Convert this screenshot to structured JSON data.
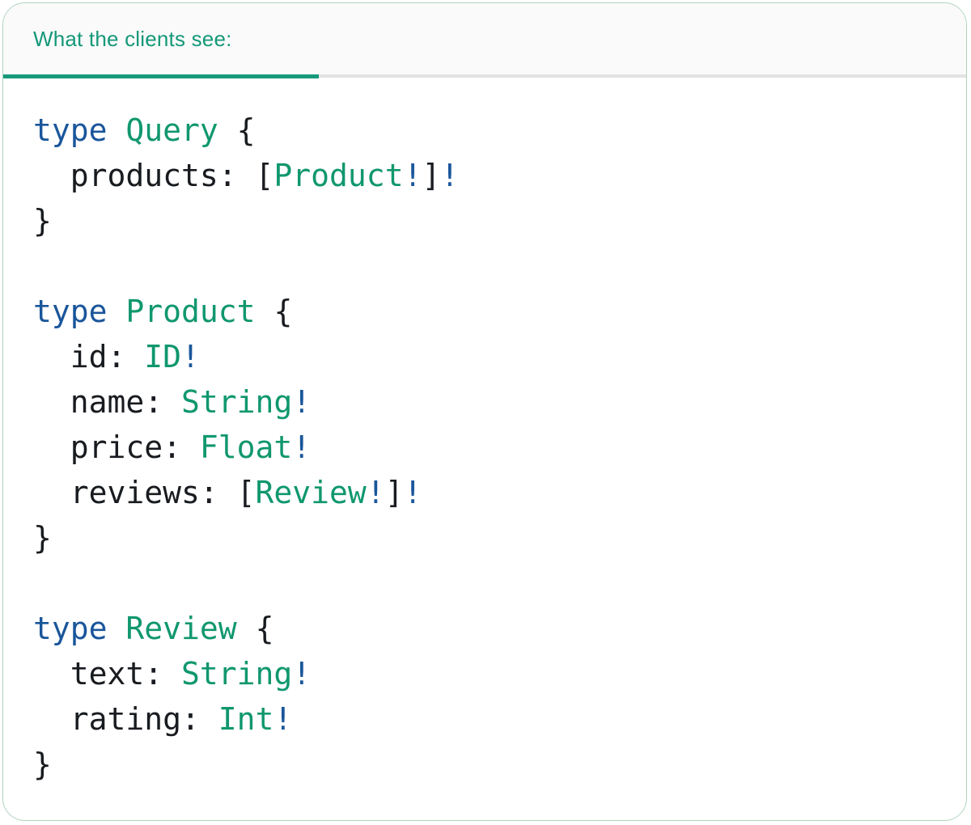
{
  "card": {
    "tab": {
      "label": "What the clients see:"
    },
    "colors": {
      "header_teal": "#149878",
      "underline_teal": "#17997c",
      "divider_gray": "#e3e3e3",
      "header_bg": "#fafafa",
      "card_border": "#aed4bd",
      "keyword_blue": "#1a569b",
      "type_teal": "#10976e",
      "text_dark": "#181b1f"
    },
    "code": {
      "language": "graphql",
      "lines": [
        [
          {
            "t": "type",
            "c": "kw"
          },
          {
            "t": " ",
            "c": "pl"
          },
          {
            "t": "Query",
            "c": "ty"
          },
          {
            "t": " {",
            "c": "pl"
          }
        ],
        [
          {
            "t": "  products: [",
            "c": "pl"
          },
          {
            "t": "Product",
            "c": "ty"
          },
          {
            "t": "!",
            "c": "kw"
          },
          {
            "t": "]",
            "c": "pl"
          },
          {
            "t": "!",
            "c": "kw"
          }
        ],
        [
          {
            "t": "}",
            "c": "pl"
          }
        ],
        [],
        [
          {
            "t": "type",
            "c": "kw"
          },
          {
            "t": " ",
            "c": "pl"
          },
          {
            "t": "Product",
            "c": "ty"
          },
          {
            "t": " {",
            "c": "pl"
          }
        ],
        [
          {
            "t": "  id: ",
            "c": "pl"
          },
          {
            "t": "ID",
            "c": "ty"
          },
          {
            "t": "!",
            "c": "kw"
          }
        ],
        [
          {
            "t": "  name: ",
            "c": "pl"
          },
          {
            "t": "String",
            "c": "ty"
          },
          {
            "t": "!",
            "c": "kw"
          }
        ],
        [
          {
            "t": "  price: ",
            "c": "pl"
          },
          {
            "t": "Float",
            "c": "ty"
          },
          {
            "t": "!",
            "c": "kw"
          }
        ],
        [
          {
            "t": "  reviews: [",
            "c": "pl"
          },
          {
            "t": "Review",
            "c": "ty"
          },
          {
            "t": "!",
            "c": "kw"
          },
          {
            "t": "]",
            "c": "pl"
          },
          {
            "t": "!",
            "c": "kw"
          }
        ],
        [
          {
            "t": "}",
            "c": "pl"
          }
        ],
        [],
        [
          {
            "t": "type",
            "c": "kw"
          },
          {
            "t": " ",
            "c": "pl"
          },
          {
            "t": "Review",
            "c": "ty"
          },
          {
            "t": " {",
            "c": "pl"
          }
        ],
        [
          {
            "t": "  text: ",
            "c": "pl"
          },
          {
            "t": "String",
            "c": "ty"
          },
          {
            "t": "!",
            "c": "kw"
          }
        ],
        [
          {
            "t": "  rating: ",
            "c": "pl"
          },
          {
            "t": "Int",
            "c": "ty"
          },
          {
            "t": "!",
            "c": "kw"
          }
        ],
        [
          {
            "t": "}",
            "c": "pl"
          }
        ]
      ]
    }
  }
}
